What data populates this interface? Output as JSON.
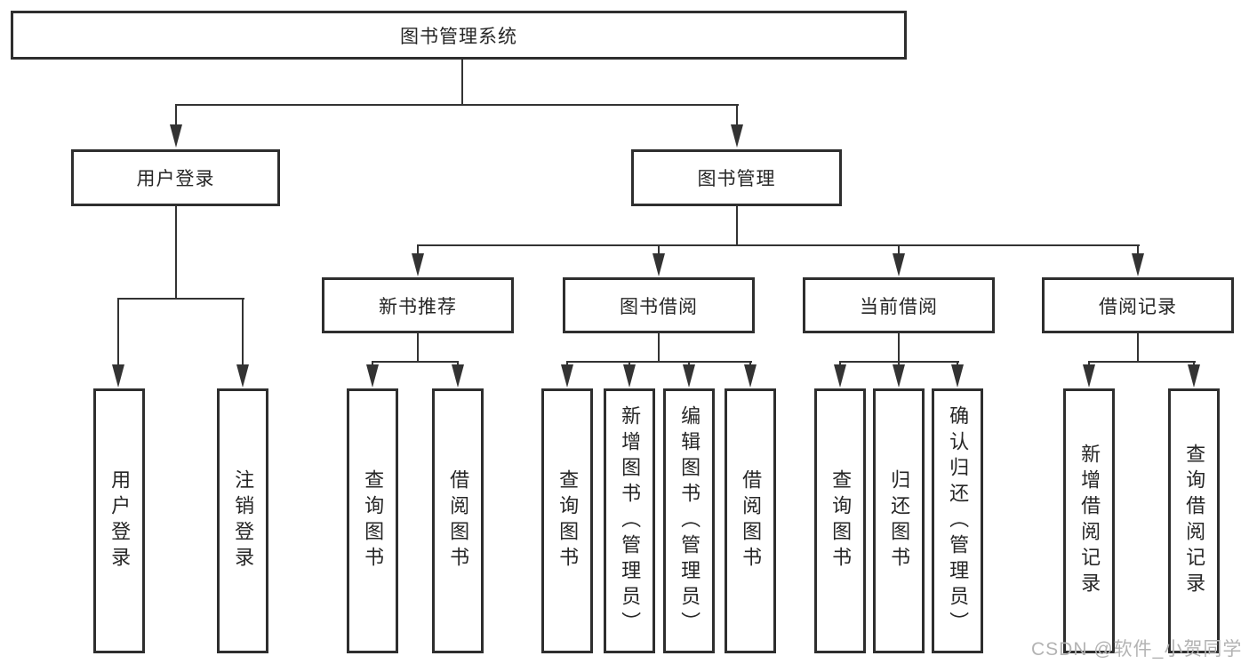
{
  "diagram": {
    "title": "图书管理系统",
    "level2": {
      "user_login": "用户登录",
      "book_management": "图书管理"
    },
    "level3": {
      "new_book_recommend": "新书推荐",
      "book_borrowing": "图书借阅",
      "current_borrowing": "当前借阅",
      "borrowing_records": "借阅记录"
    },
    "leaves": {
      "user_login": [
        "用户登录",
        "注销登录"
      ],
      "new_book_recommend": [
        "查询图书",
        "借阅图书"
      ],
      "book_borrowing": [
        "查询图书",
        "新增图书（管理员）",
        "编辑图书（管理员）",
        "借阅图书"
      ],
      "current_borrowing": [
        "查询图书",
        "归还图书",
        "确认归还（管理员）"
      ],
      "borrowing_records": [
        "新增借阅记录",
        "查询借阅记录"
      ]
    }
  },
  "watermark": {
    "text": "CSDN @软件_小贺同学"
  },
  "colors": {
    "line": "#333333",
    "border": "#2e2e2e",
    "text": "#262626",
    "watermark": "#b3b3b3",
    "background": "#ffffff"
  }
}
